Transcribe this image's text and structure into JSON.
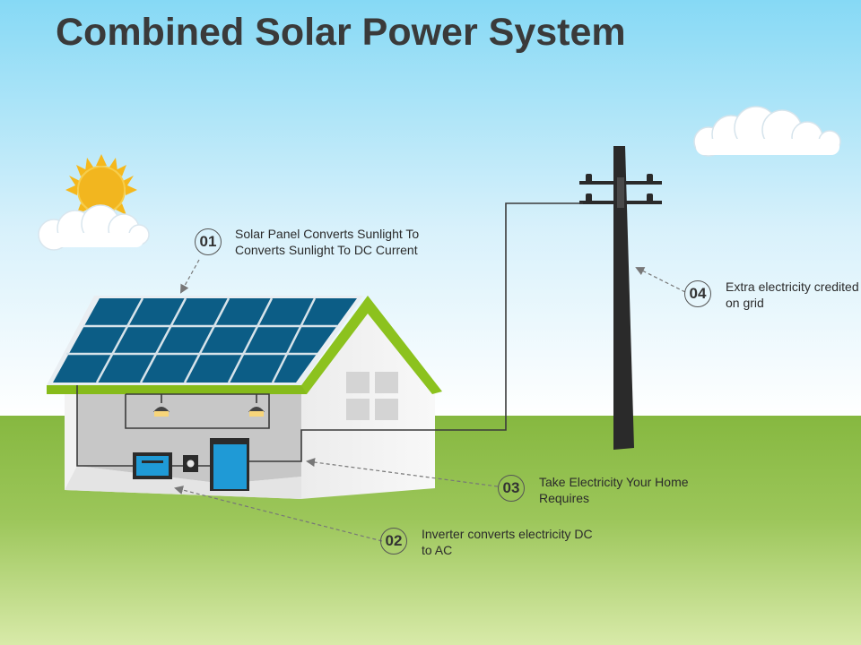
{
  "title": "Combined Solar Power System",
  "callouts": [
    {
      "number": "01",
      "text_line1": "Solar Panel Converts Sunlight To",
      "text_line2": "Converts Sunlight To DC Current"
    },
    {
      "number": "02",
      "text_line1": "Inverter converts electricity DC",
      "text_line2": "to AC"
    },
    {
      "number": "03",
      "text_line1": "Take Electricity Your Home",
      "text_line2": "Requires"
    },
    {
      "number": "04",
      "text_line1": "Extra electricity credited",
      "text_line2": "on grid"
    }
  ],
  "colors": {
    "sky_top": "#8fdcf6",
    "sky_bottom": "#ffffff",
    "grass_top": "#86b840",
    "grass_bottom": "#d6e9a8",
    "roof_trim": "#8cc21e",
    "panel": "#1a6f99",
    "sun": "#f2b61f",
    "pole": "#2a2a2a",
    "meter": "#1f9ad6"
  },
  "icons": [
    "sun-icon",
    "cloud-icon",
    "solar-panel-icon",
    "house-icon",
    "inverter-icon",
    "battery-icon",
    "light-bulb-icon",
    "utility-pole-icon"
  ]
}
